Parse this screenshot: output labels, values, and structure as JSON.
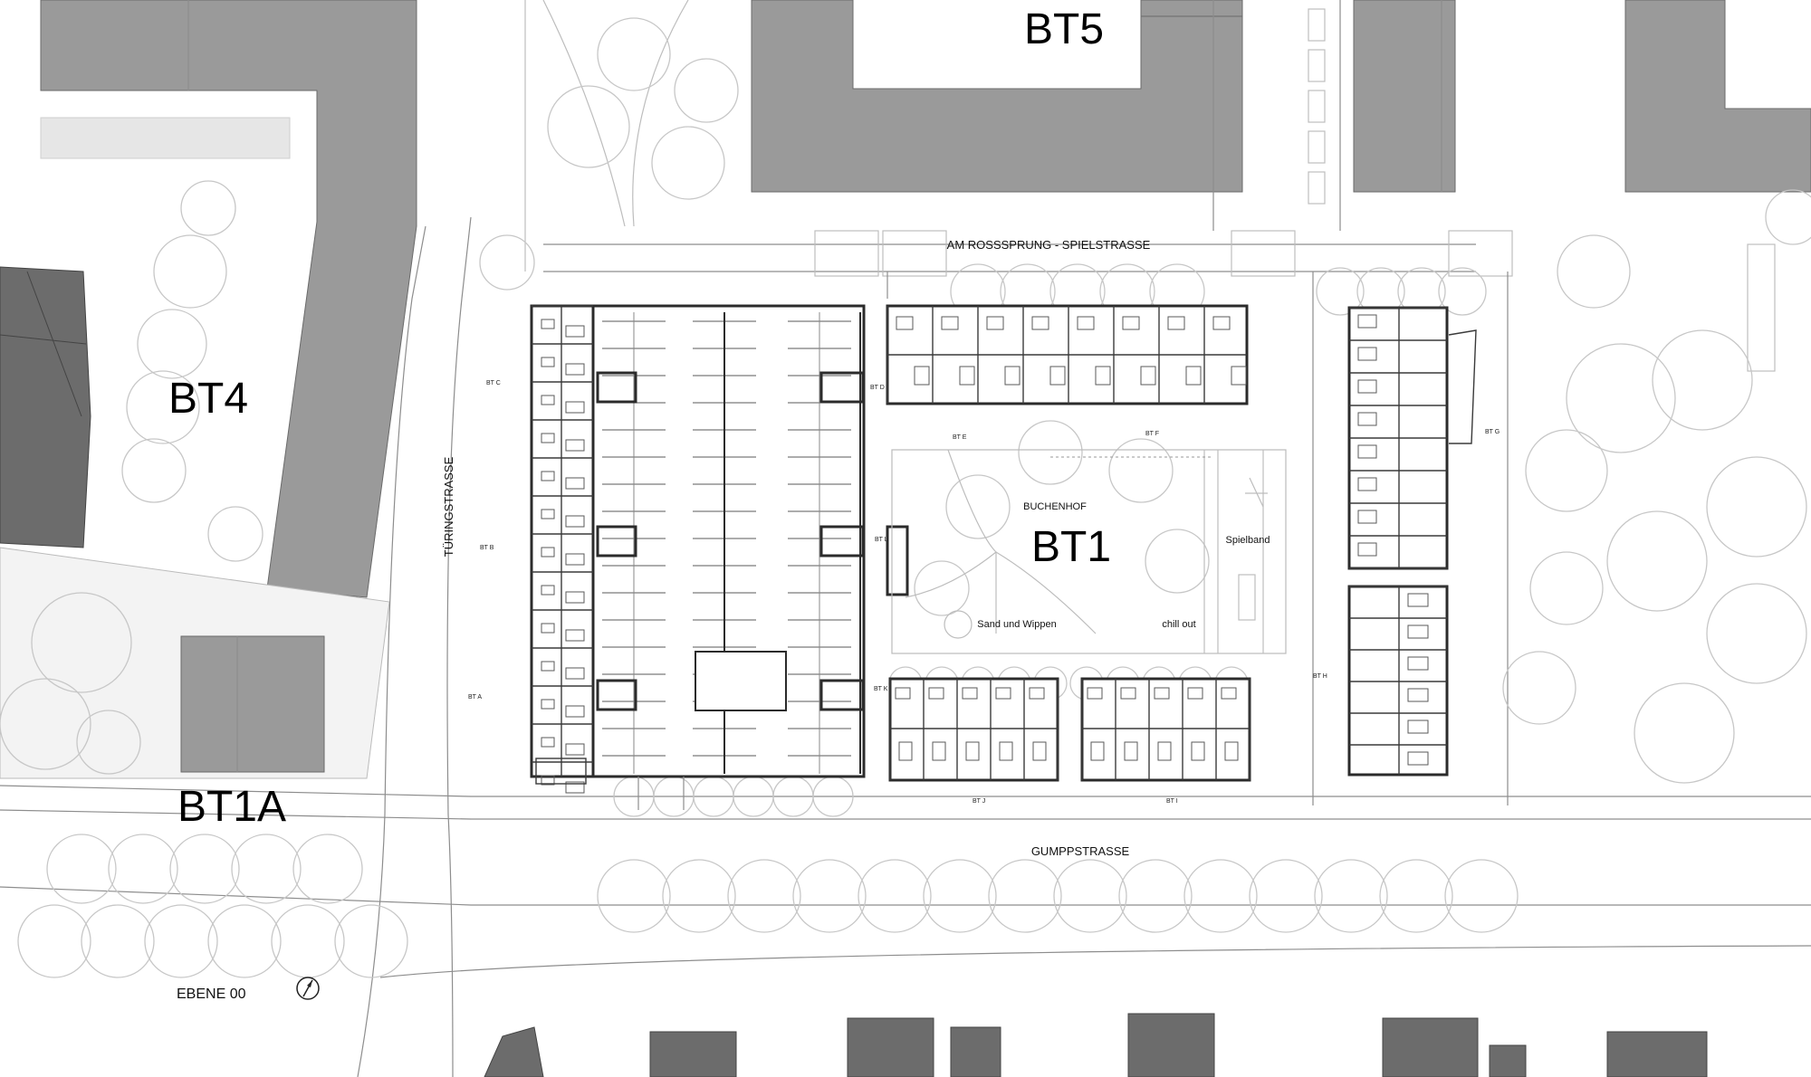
{
  "labels": {
    "bt5": "BT5",
    "bt4": "BT4",
    "bt1": "BT1",
    "bt1a": "BT1A",
    "street_north": "AM ROSSSPRUNG - SPIELSTRASSE",
    "street_south": "GUMPPSTRASSE",
    "street_west": "TÜRINGSTRASSE",
    "courtyard": "BUCHENHOF",
    "playband": "Spielband",
    "sand": "Sand und Wippen",
    "chill": "chill out",
    "level": "EBENE 00"
  },
  "entrances": {
    "a": "BT A",
    "b": "BT B",
    "c": "BT C",
    "d": "BT D",
    "e": "BT E",
    "f": "BT F",
    "g": "BT G",
    "h": "BT H",
    "i": "BT I",
    "j": "BT J",
    "k": "BT K",
    "l": "BT L"
  },
  "colors": {
    "building_gray": "#9a9a9a",
    "building_dark": "#6c6c6c",
    "linework": "#8d8d8d",
    "trees": "#c7c7c7"
  },
  "icons": {
    "north_arrow": "north-arrow-icon"
  }
}
